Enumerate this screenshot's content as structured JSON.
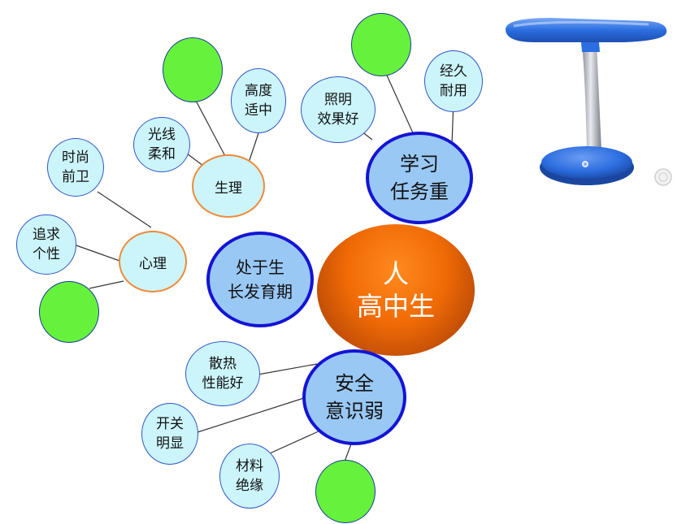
{
  "center": {
    "line1": "人",
    "line2": "高中生"
  },
  "branches": {
    "study": {
      "label": "学习\n任务重"
    },
    "safety": {
      "label": "安全\n意识弱"
    },
    "growth": {
      "label": "处于生\n长发育期"
    },
    "physiology": {
      "label": "生理"
    },
    "psychology": {
      "label": "心理"
    }
  },
  "leaves": {
    "lighting": "照明\n效果好",
    "durable": "经久\n耐用",
    "height": "高度\n适中",
    "soft_light": "光线\n柔和",
    "fashion": "时尚\n前卫",
    "personality": "追求\n个性",
    "heat": "散热\n性能好",
    "switch": "开关\n明显",
    "insulation": "材料\n绝缘"
  },
  "colors": {
    "leaf_fill": "#ccf5fb",
    "blue_fill": "#99c8f5",
    "blue_border": "#1414d4",
    "orange_border": "#f08a3a",
    "green_fill": "#66f23c",
    "center_fill": "#f06a06",
    "lamp_blue": "#2c6ee0"
  }
}
